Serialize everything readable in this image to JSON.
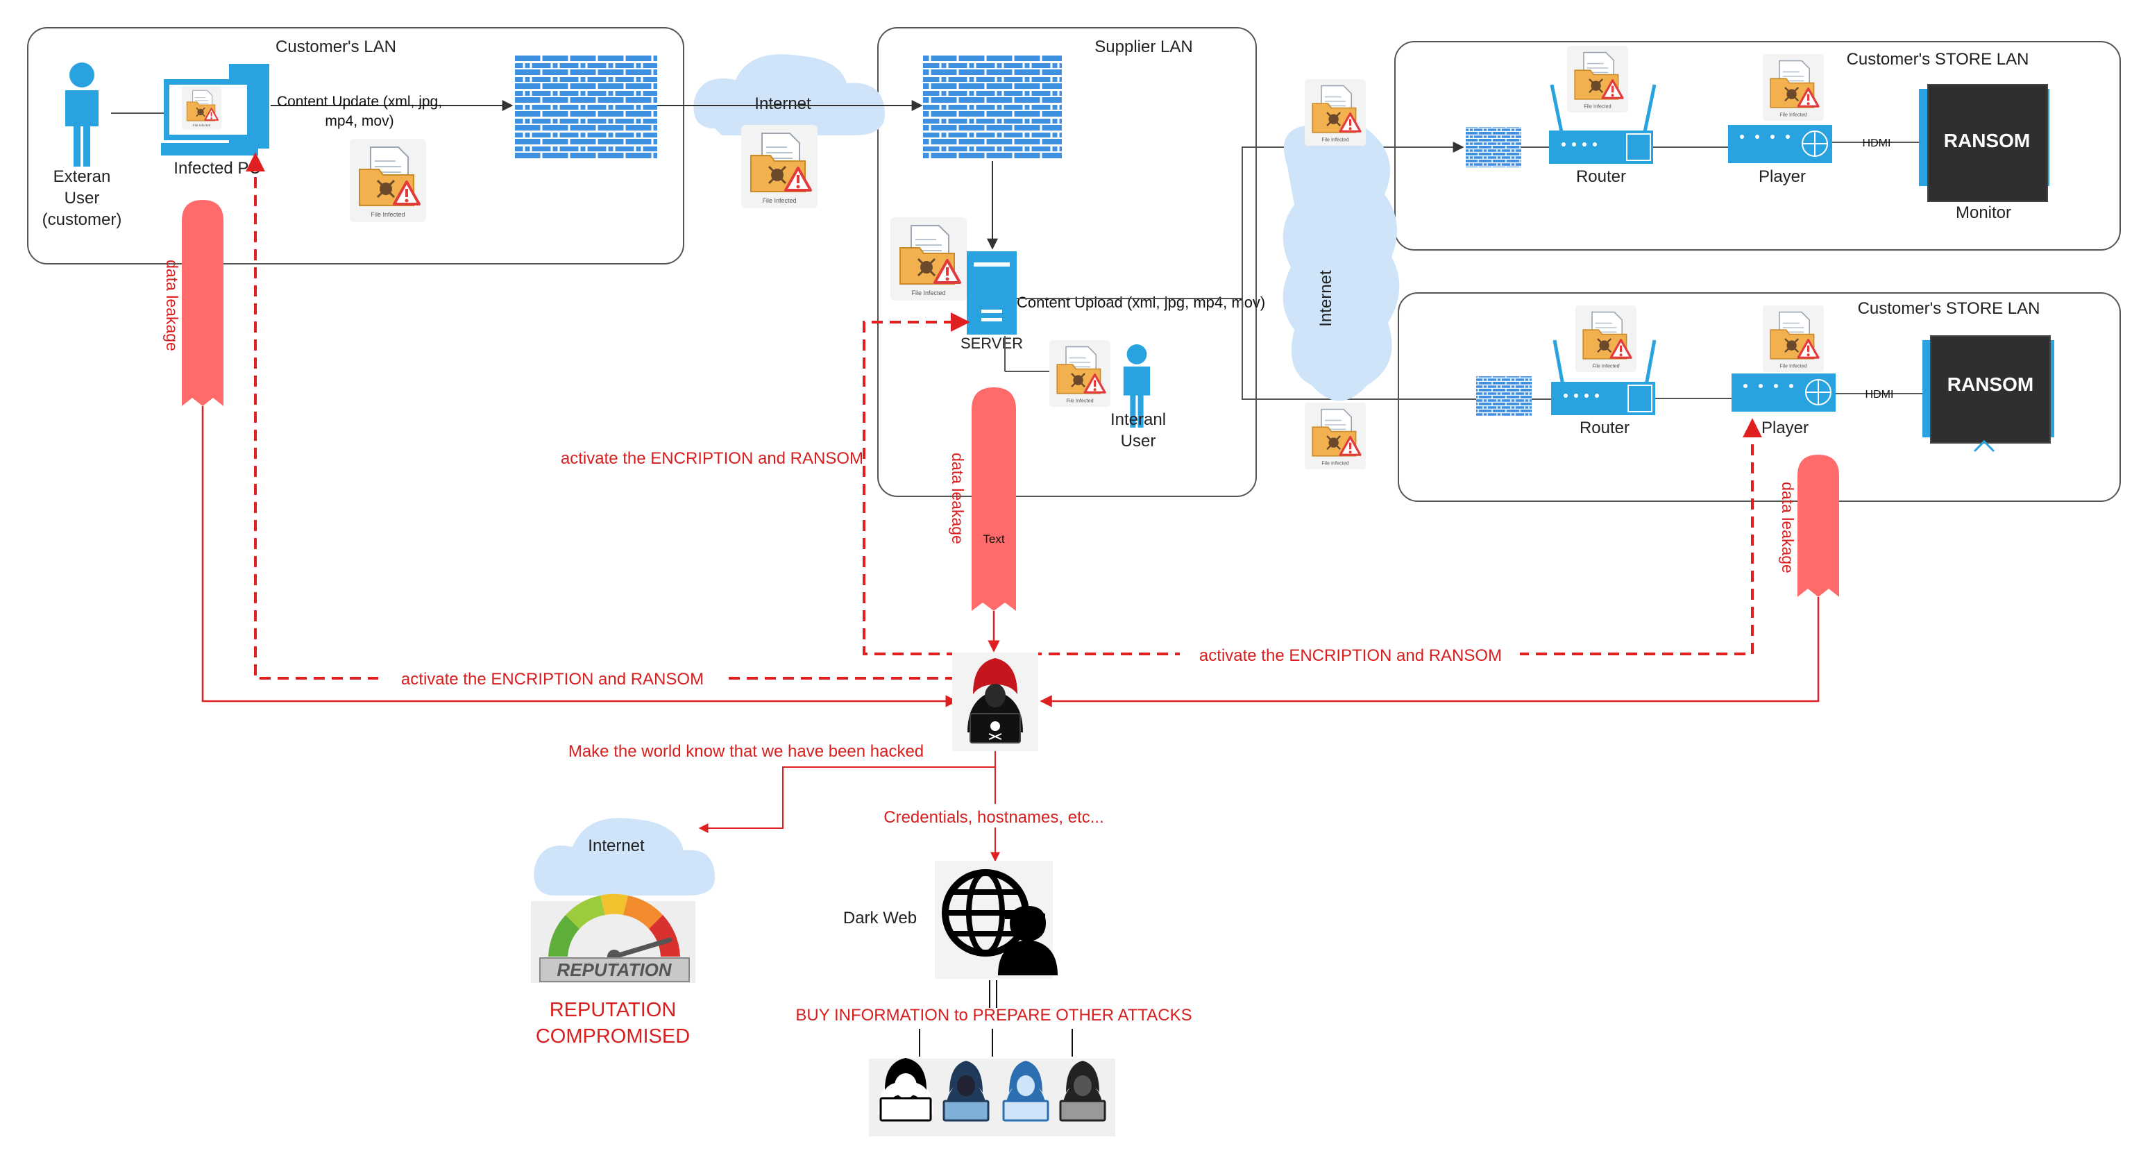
{
  "lans": {
    "customer": "Customer's LAN",
    "supplier": "Supplier LAN",
    "store1": "Customer's STORE LAN",
    "store2": "Customer's STORE LAN"
  },
  "actors": {
    "external_line1": "Exteran",
    "external_line2": "User",
    "external_line3": "(customer)",
    "infected_pc": "Infected PC",
    "internal_line1": "Interanl",
    "internal_line2": "User",
    "server": "SERVER"
  },
  "flows": {
    "content_update_line1": "Content Update (xml, jpg,",
    "content_update_line2": "mp4, mov)",
    "content_upload": "Content Upload (xml, jpg, mp4, mov)",
    "internet": "Internet",
    "internet_vertical": "Internet",
    "internet_bottom": "Internet",
    "text_tag": "Text"
  },
  "devices": {
    "router": "Router",
    "player": "Player",
    "hdmi": "HDMI",
    "ransom": "RANSOM",
    "monitor": "Monitor"
  },
  "file_infected": "File Infected",
  "attack": {
    "data_leakage": "data leakage",
    "activate_ransom": "activate the ENCRIPTION and RANSOM",
    "make_world_know": "Make the world know that we have been hacked",
    "credentials": "Credentials, hostnames, etc...",
    "dark_web": "Dark Web",
    "buy_info": "BUY INFORMATION to PREPARE OTHER ATTACKS",
    "reputation_line1": "REPUTATION",
    "reputation_line2": "COMPROMISED",
    "reputation_badge": "REPUTATION"
  },
  "colors": {
    "attack_red": "#e02020",
    "ribbon": "#ff6b6b",
    "device_blue": "#29a3e0",
    "firewall_blue": "#3d8fe0",
    "cloud": "#cfe4f9"
  }
}
